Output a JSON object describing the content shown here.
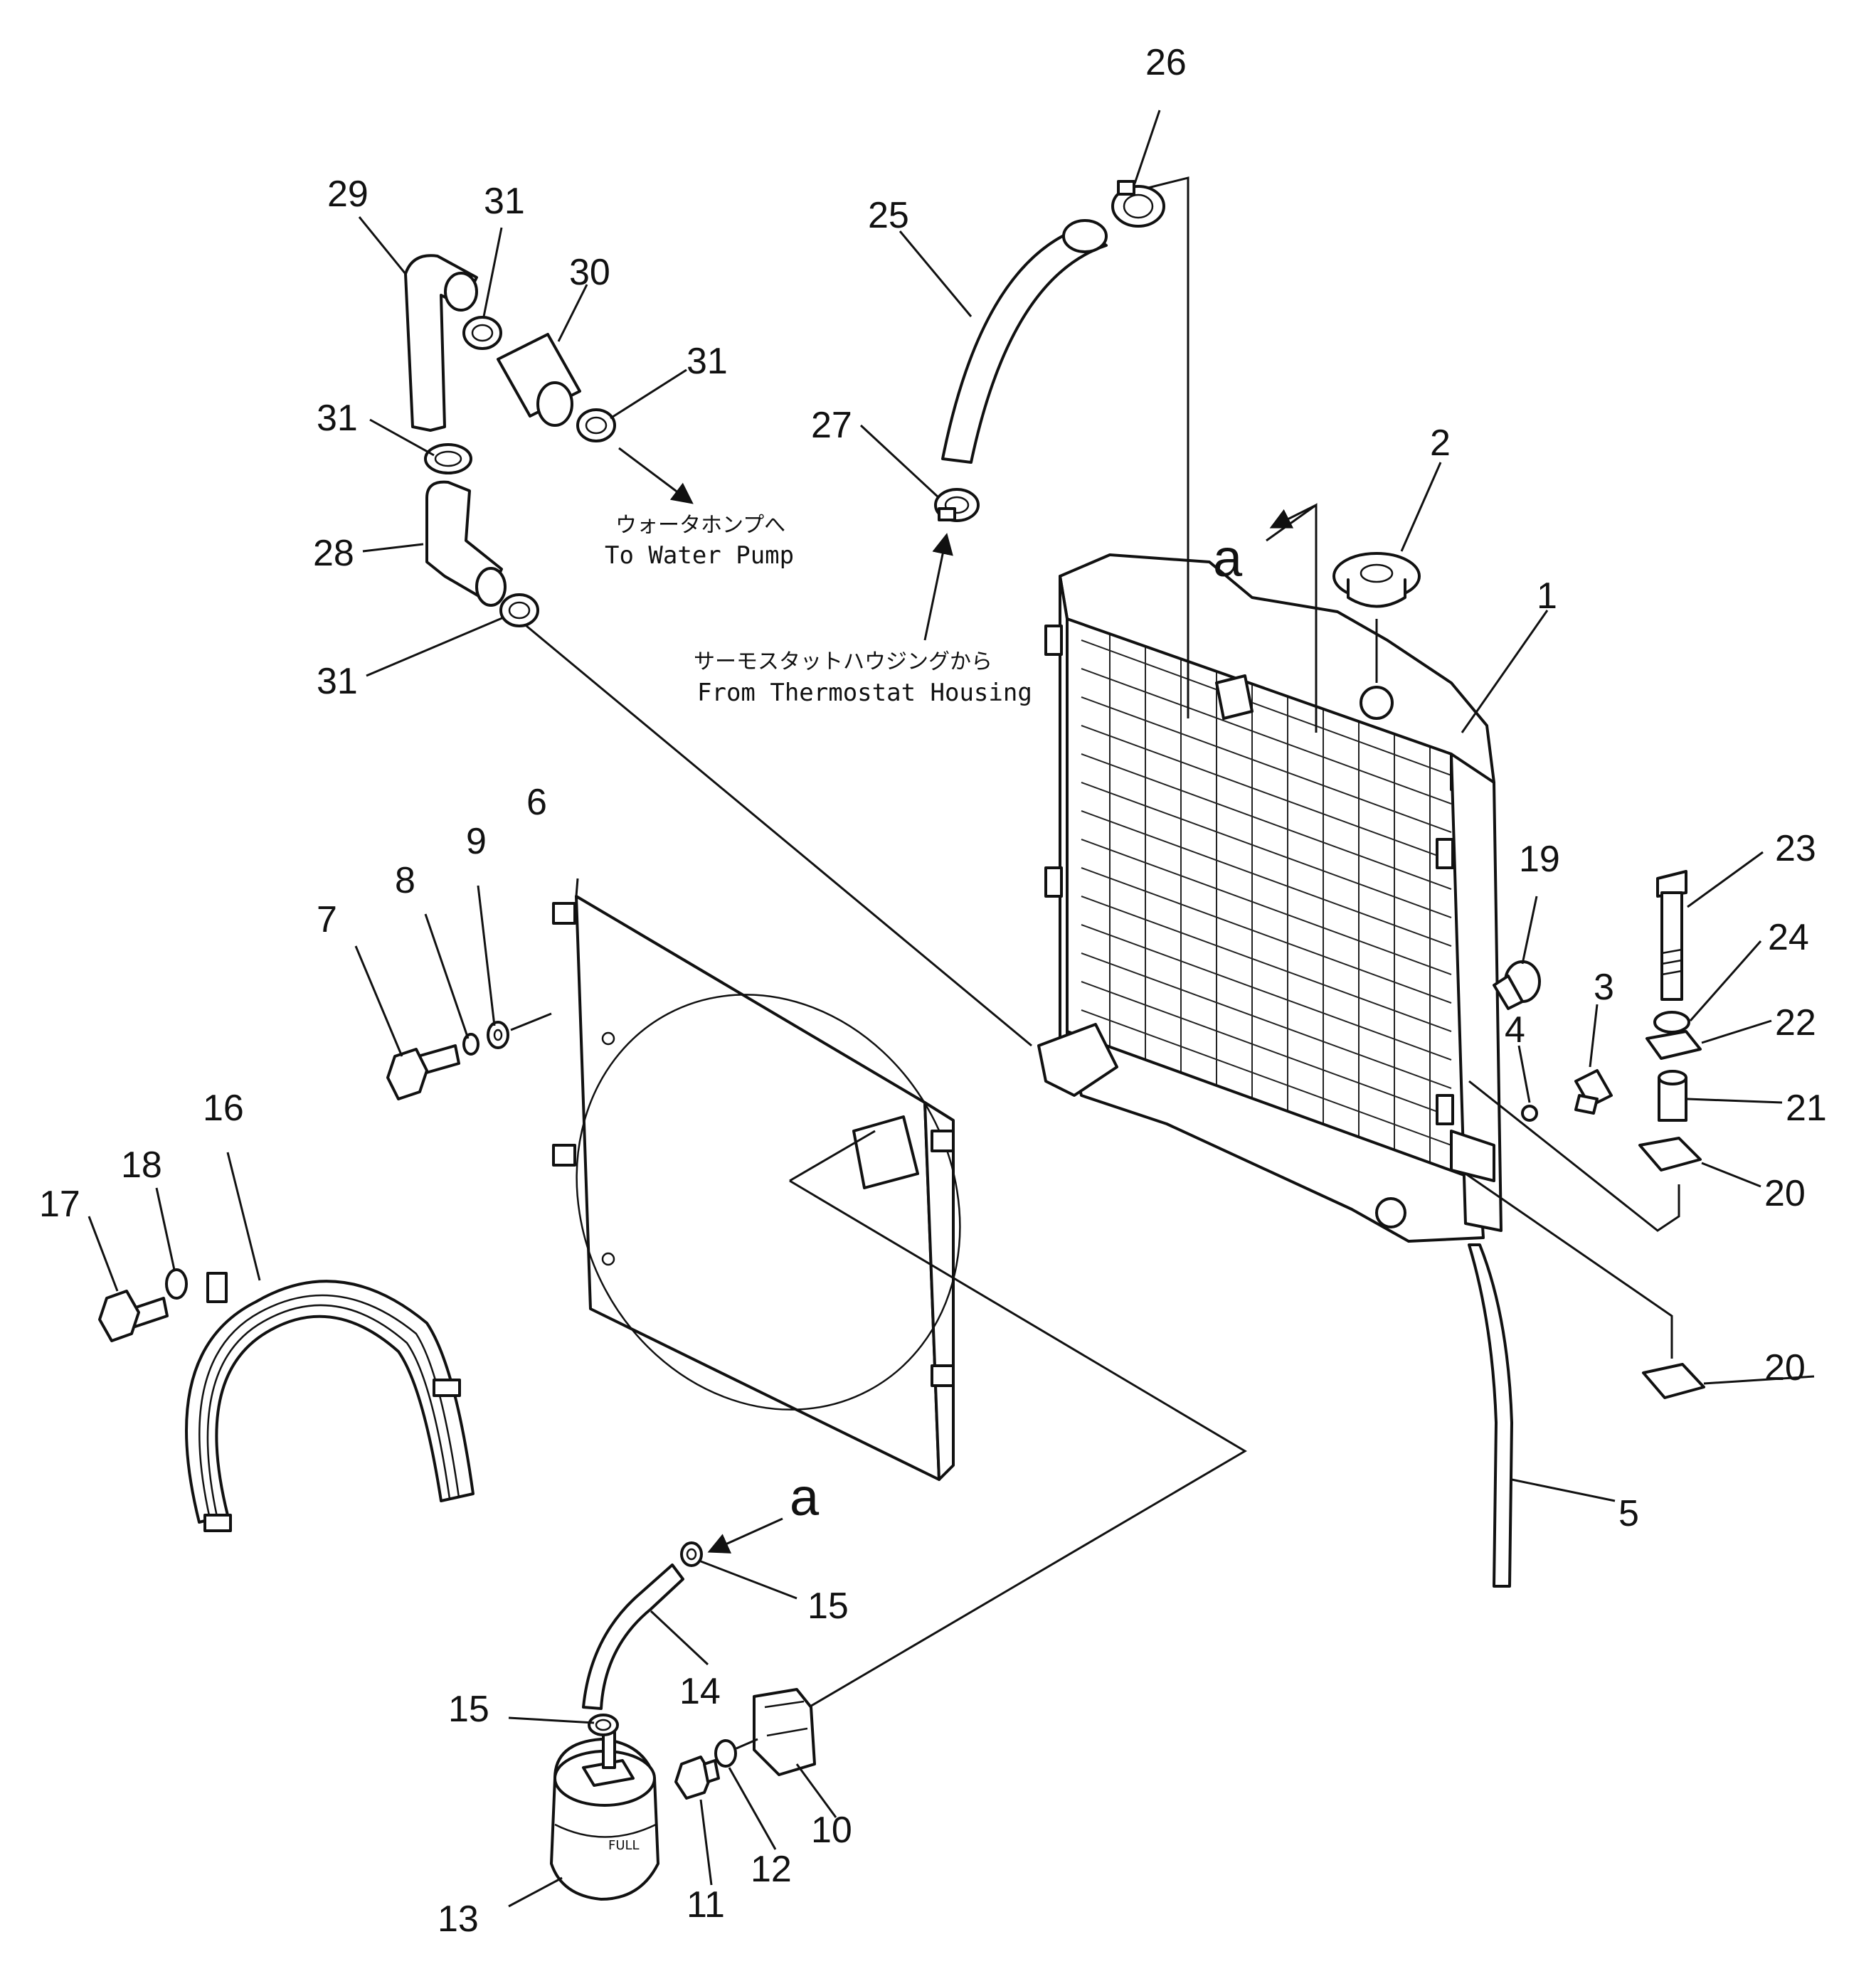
{
  "callouts": {
    "c1": "1",
    "c2": "2",
    "c3": "3",
    "c4": "4",
    "c5": "5",
    "c6": "6",
    "c7": "7",
    "c8": "8",
    "c9": "9",
    "c10": "10",
    "c11": "11",
    "c12": "12",
    "c13": "13",
    "c14": "14",
    "c15a": "15",
    "c15b": "15",
    "c16": "16",
    "c17": "17",
    "c18": "18",
    "c19": "19",
    "c20a": "20",
    "c20b": "20",
    "c21": "21",
    "c22": "22",
    "c23": "23",
    "c24": "24",
    "c25": "25",
    "c26": "26",
    "c27": "27",
    "c28": "28",
    "c29": "29",
    "c30": "30",
    "c31a": "31",
    "c31b": "31",
    "c31c": "31",
    "c31d": "31"
  },
  "section_markers": {
    "top": "a",
    "bottom": "a"
  },
  "annotations": {
    "to_water_pump_jp": "ウォータホンプへ",
    "to_water_pump_en": "To Water Pump",
    "from_thermostat_jp": "サーモスタットハウジングから",
    "from_thermostat_en": "From Thermostat Housing"
  },
  "reservoir_label": "FULL"
}
